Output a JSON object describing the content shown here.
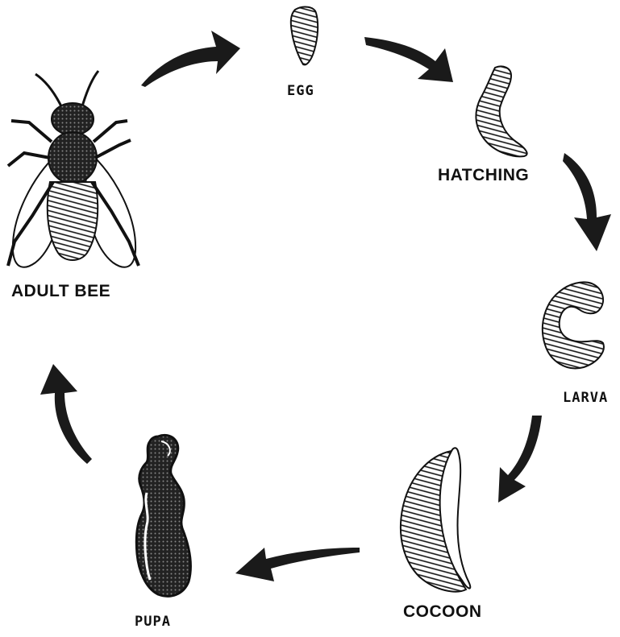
{
  "stages": {
    "egg": "EGG",
    "hatching": "HATCHING",
    "larva": "LARVA",
    "cocoon": "COCOON",
    "pupa": "PUPA",
    "adult": "ADULT BEE"
  },
  "colors": {
    "ink": "#111111",
    "arrow": "#1a1a1a",
    "background": "#ffffff"
  }
}
